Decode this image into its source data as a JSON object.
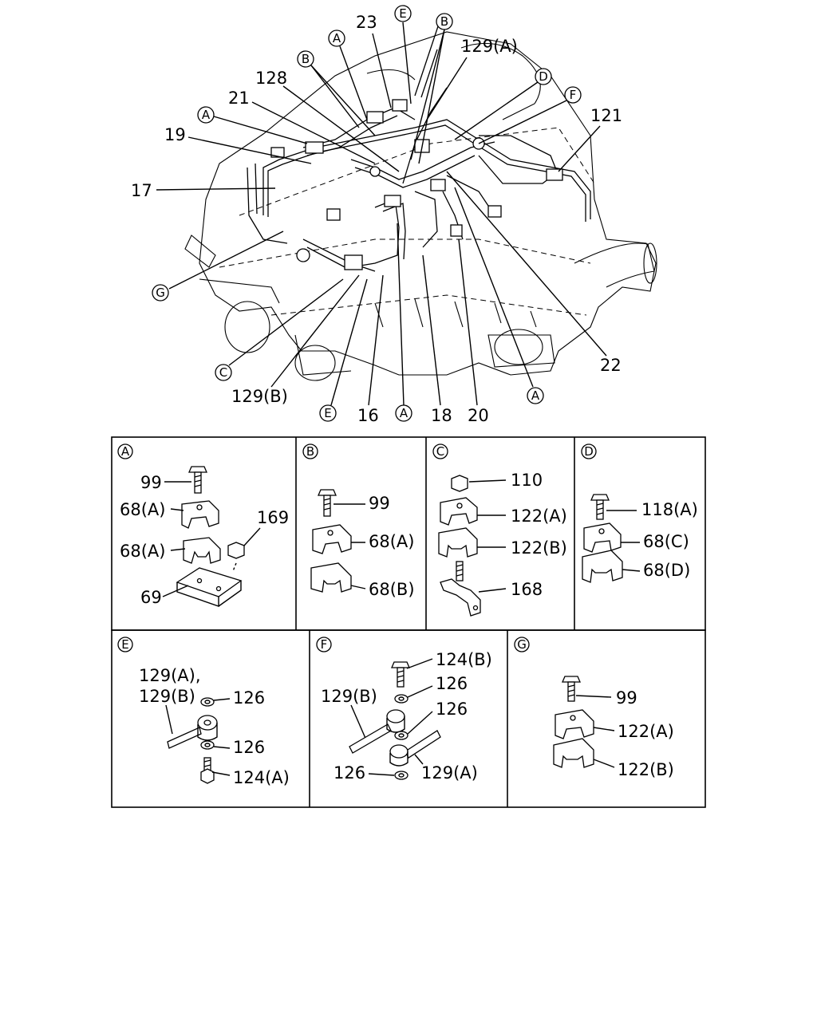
{
  "labels": {
    "l23": "23",
    "l129a_top": "129(A)",
    "l128": "128",
    "l21": "21",
    "l19": "19",
    "l17": "17",
    "l121": "121",
    "l22": "22",
    "l129b_bot": "129(B)",
    "l16": "16",
    "l18": "18",
    "l20": "20",
    "bA_99": "99",
    "bA_68a1": "68(A)",
    "bA_68a2": "68(A)",
    "bA_169": "169",
    "bA_69": "69",
    "bB_99": "99",
    "bB_68a": "68(A)",
    "bB_68b": "68(B)",
    "bC_110": "110",
    "bC_122a": "122(A)",
    "bC_122b": "122(B)",
    "bC_168": "168",
    "bD_118a": "118(A)",
    "bD_68c": "68(C)",
    "bD_68d": "68(D)",
    "bE_129a": "129(A),",
    "bE_129b": "129(B)",
    "bE_126a": "126",
    "bE_126b": "126",
    "bE_124a": "124(A)",
    "bF_124b": "124(B)",
    "bF_126a": "126",
    "bF_129b": "129(B)",
    "bF_126b": "126",
    "bF_126c": "126",
    "bF_129a": "129(A)",
    "bG_99": "99",
    "bG_122a": "122(A)",
    "bG_122b": "122(B)"
  },
  "callouts": {
    "E_top": "E",
    "B_top": "B",
    "A_top1": "A",
    "B_top2": "B",
    "A_left": "A",
    "D_top": "D",
    "F_top": "F",
    "G_left": "G",
    "C_bot": "C",
    "E_bot": "E",
    "A_bot1": "A",
    "A_bot2": "A",
    "boxA": "A",
    "boxB": "B",
    "boxC": "C",
    "boxD": "D",
    "boxE": "E",
    "boxF": "F",
    "boxG": "G"
  }
}
